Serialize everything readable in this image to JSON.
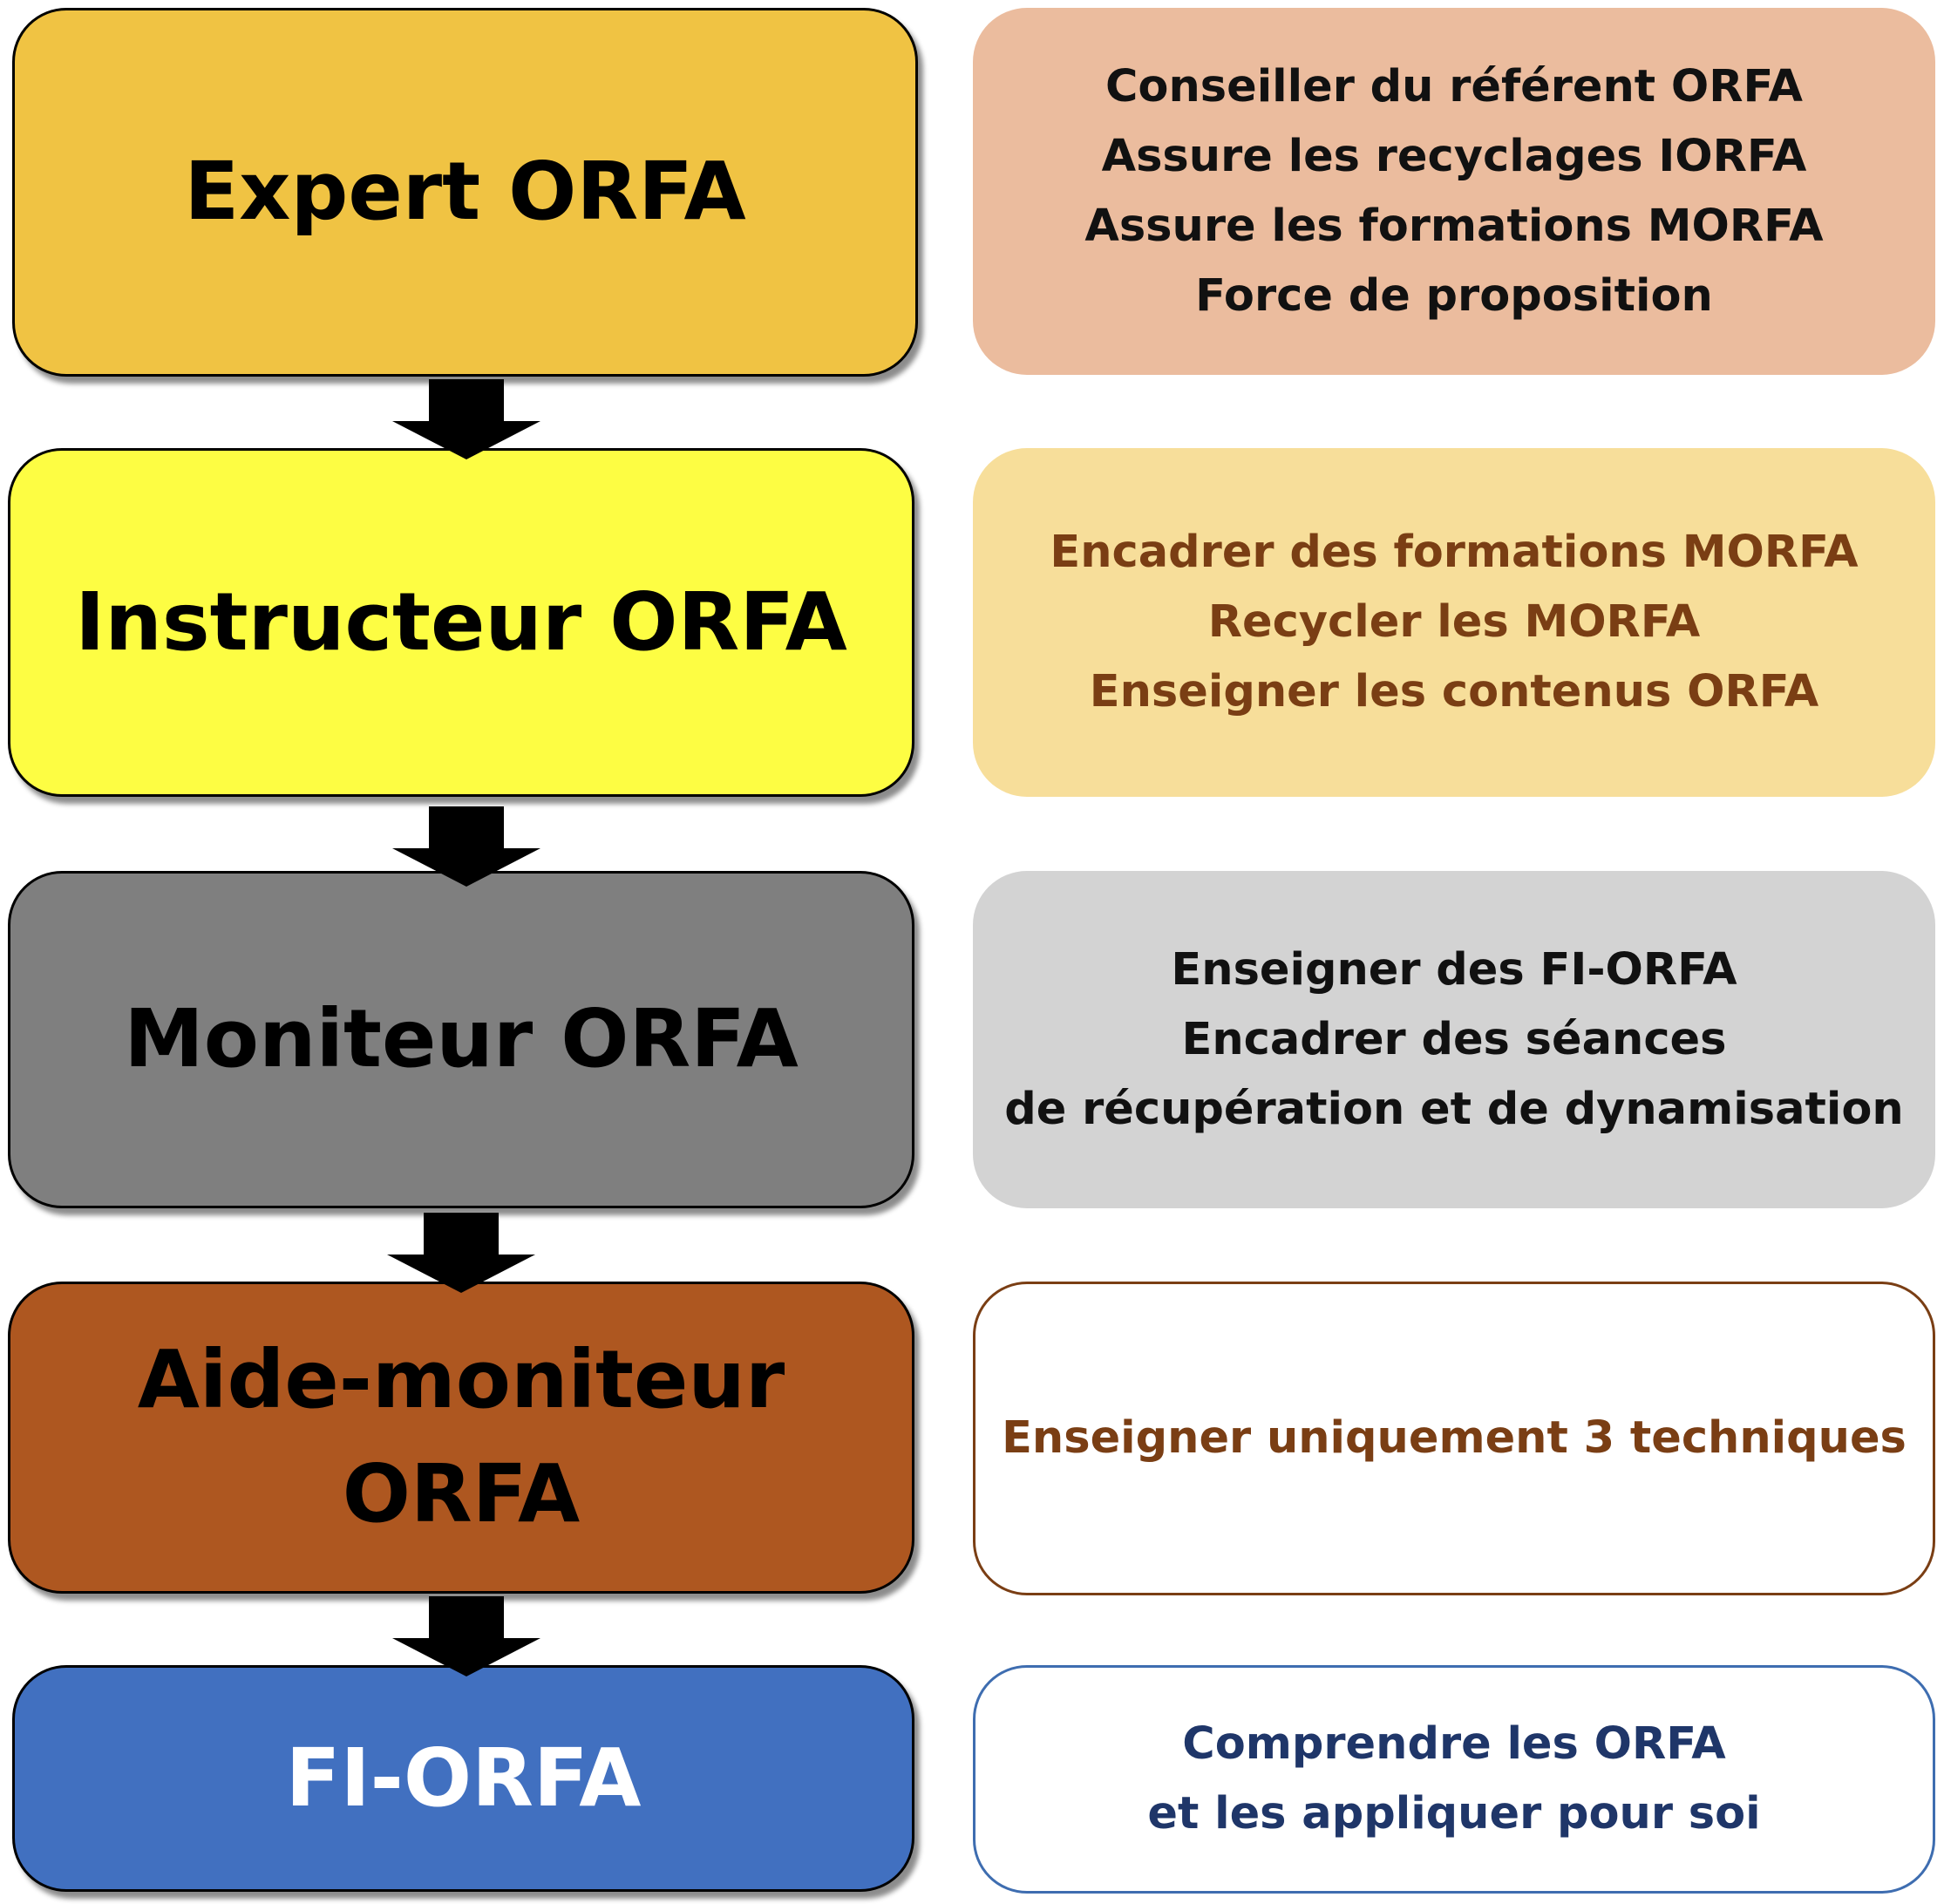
{
  "levels": [
    {
      "title_lines": [
        "Expert ORFA"
      ],
      "fill": "#F0C343",
      "text_color": "#000000"
    },
    {
      "title_lines": [
        "Instructeur ORFA"
      ],
      "fill": "#FDFD43",
      "text_color": "#000000"
    },
    {
      "title_lines": [
        "Moniteur ORFA"
      ],
      "fill": "#7F7F7F",
      "text_color": "#000000"
    },
    {
      "title_lines": [
        "Aide-moniteur",
        "ORFA"
      ],
      "fill": "#AE5720",
      "text_color": "#000000"
    },
    {
      "title_lines": [
        "FI-ORFA"
      ],
      "fill": "#4170C0",
      "text_color": "#FFFFFF"
    }
  ],
  "descriptions": [
    {
      "lines": [
        "Conseiller du référent ORFA",
        "Assure les recyclages IORFA",
        "Assure les formations MORFA",
        "Force de proposition"
      ],
      "fill": "#EBBC9E",
      "border": "none",
      "text_color": "#111111"
    },
    {
      "lines": [
        "Encadrer des formations MORFA",
        "Recycler les MORFA",
        "Enseigner les contenus ORFA"
      ],
      "fill": "#F7DE9A",
      "border": "none",
      "text_color": "#7A3E14"
    },
    {
      "lines": [
        "Enseigner des FI-ORFA",
        "Encadrer des séances",
        "de récupération et de dynamisation"
      ],
      "fill": "#D3D3D3",
      "border": "none",
      "text_color": "#111111"
    },
    {
      "lines": [
        "Enseigner uniquement 3 techniques"
      ],
      "fill": "#FFFFFF",
      "border": "#7A3E14",
      "text_color": "#7A3E14"
    },
    {
      "lines": [
        "Comprendre les ORFA",
        "et les appliquer pour soi"
      ],
      "fill": "#FFFFFF",
      "border": "#3E6DB0",
      "text_color": "#1F3669"
    }
  ],
  "arrow_color": "#000000"
}
